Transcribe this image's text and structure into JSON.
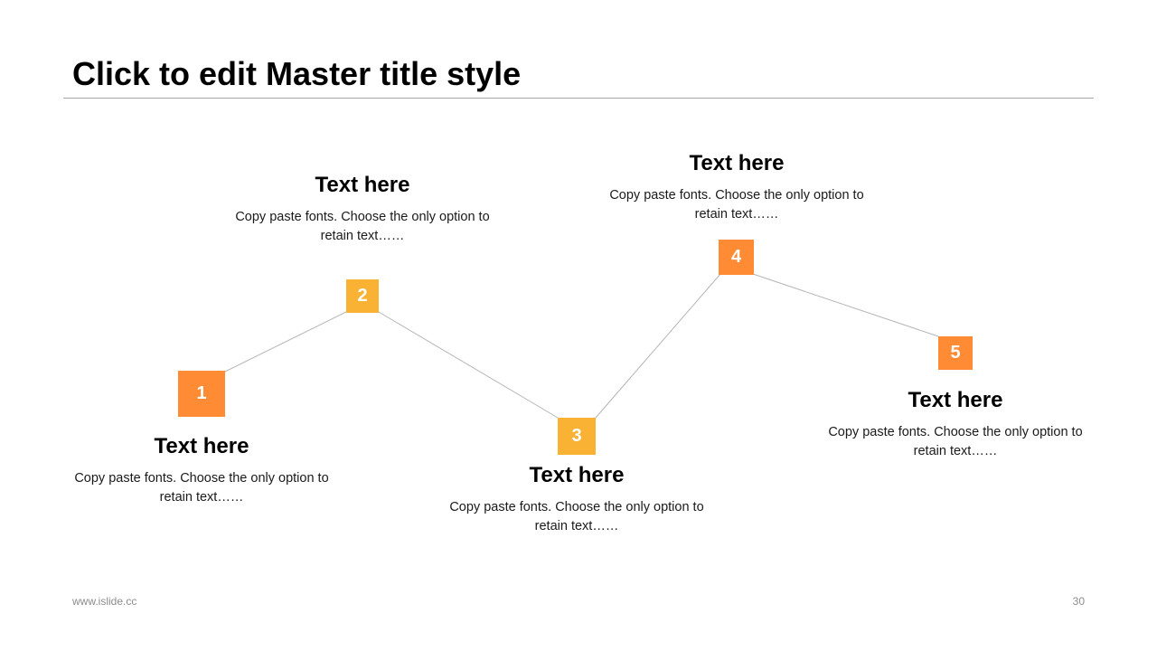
{
  "slide": {
    "title": "Click to edit Master title style",
    "footer_url": "www.islide.cc",
    "page_number": "30"
  },
  "colors": {
    "orange": "#FF8C35",
    "amber": "#F9B233",
    "line": "#b5b5b5"
  },
  "steps": [
    {
      "number": "1",
      "heading": "Text here",
      "description": "Copy paste fonts. Choose the only option to retain text……",
      "color": "#FF8C35"
    },
    {
      "number": "2",
      "heading": "Text here",
      "description": "Copy paste fonts. Choose the only option to retain text……",
      "color": "#F9B233"
    },
    {
      "number": "3",
      "heading": "Text here",
      "description": "Copy paste fonts. Choose the only option to retain text……",
      "color": "#F9B233"
    },
    {
      "number": "4",
      "heading": "Text here",
      "description": "Copy paste fonts. Choose the only option to retain text……",
      "color": "#FF8C35"
    },
    {
      "number": "5",
      "heading": "Text here",
      "description": "Copy paste fonts. Choose the only option to retain text……",
      "color": "#FF8C35"
    }
  ]
}
